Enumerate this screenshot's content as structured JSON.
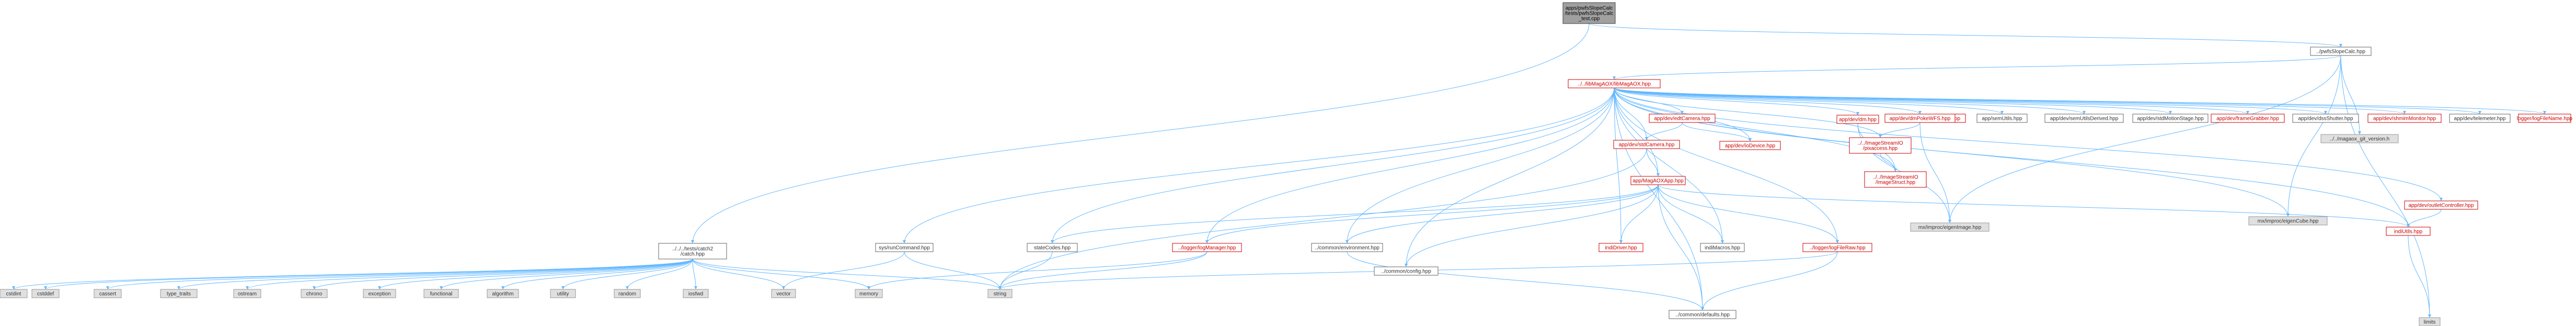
{
  "colors": {
    "root_fill": "#a0a0a0",
    "root_stroke": "#404040",
    "normal_fill": "#ffffff",
    "normal_stroke": "#666666",
    "normal_text": "#333333",
    "red_stroke": "#cc0000",
    "red_text": "#cc0000",
    "system_fill": "#e0e0e0",
    "system_stroke": "#999999",
    "system_text": "#333333",
    "edge": "#63b8ff",
    "edge_red": "#cc0000"
  },
  "nodes": [
    {
      "id": "root",
      "lines": [
        "apps/pwfsSlopeCalc",
        "/tests/pwfsSlopeCalc",
        "_test.cpp"
      ],
      "kind": "root"
    },
    {
      "id": "catch",
      "lines": [
        "../../../tests/catch2",
        "/catch.hpp"
      ],
      "kind": "normal"
    },
    {
      "id": "pwfs",
      "lines": [
        "../pwfsSlopeCalc.hpp"
      ],
      "kind": "normal"
    },
    {
      "id": "libmagaox",
      "lines": [
        "../../libMagAOX/libMagAOX.hpp"
      ],
      "kind": "red"
    },
    {
      "id": "gitver",
      "lines": [
        "../../magaox_git_version.h"
      ],
      "kind": "system"
    },
    {
      "id": "limits",
      "lines": [
        "limits"
      ],
      "kind": "system"
    },
    {
      "id": "eigencube",
      "lines": [
        "mx/improc/eigenCube.hpp"
      ],
      "kind": "system"
    },
    {
      "id": "eigenimage",
      "lines": [
        "mx/improc/eigenImage.hpp"
      ],
      "kind": "system"
    },
    {
      "id": "edtcamera",
      "lines": [
        "app/dev/edtCamera.hpp"
      ],
      "kind": "red"
    },
    {
      "id": "stdcamera",
      "lines": [
        "app/dev/stdCamera.hpp"
      ],
      "kind": "red"
    },
    {
      "id": "iodevice",
      "lines": [
        "app/dev/ioDevice.hpp"
      ],
      "kind": "red"
    },
    {
      "id": "magaoxapp",
      "lines": [
        "app/MagAOXApp.hpp"
      ],
      "kind": "red"
    },
    {
      "id": "devdm",
      "lines": [
        "app/dev/dm.hpp"
      ],
      "kind": "red"
    },
    {
      "id": "pixaccess",
      "lines": [
        "../../ImageStreamIO",
        "/pixaccess.hpp"
      ],
      "kind": "red"
    },
    {
      "id": "imagestruct",
      "lines": [
        "../../ImageStreamIO",
        "/ImageStruct.hpp"
      ],
      "kind": "red"
    },
    {
      "id": "shmimmonitor",
      "lines": [
        "app/dev/shmimMonitor.hpp"
      ],
      "kind": "red"
    },
    {
      "id": "dmpokewfs",
      "lines": [
        "app/dev/dmPokeWFS.hpp"
      ],
      "kind": "red"
    },
    {
      "id": "semutils",
      "lines": [
        "app/semUtils.hpp"
      ],
      "kind": "normal"
    },
    {
      "id": "semutilsderived",
      "lines": [
        "app/dev/semUtilsDerived.hpp"
      ],
      "kind": "normal"
    },
    {
      "id": "stdmotion",
      "lines": [
        "app/dev/stdMotionStage.hpp"
      ],
      "kind": "normal"
    },
    {
      "id": "framegrabber",
      "lines": [
        "app/dev/frameGrabber.hpp"
      ],
      "kind": "red"
    },
    {
      "id": "dssshutter",
      "lines": [
        "app/dev/dssShutter.hpp"
      ],
      "kind": "normal"
    },
    {
      "id": "shmimmonitor2",
      "lines": [
        "app/dev/shmimMonitor.hpp"
      ],
      "kind": "red"
    },
    {
      "id": "telemeter",
      "lines": [
        "app/dev/telemeter.hpp"
      ],
      "kind": "normal"
    },
    {
      "id": "logfilename",
      "lines": [
        "logger/logFileName.hpp"
      ],
      "kind": "red"
    },
    {
      "id": "outletctrl",
      "lines": [
        "app/dev/outletController.hpp"
      ],
      "kind": "red"
    },
    {
      "id": "indiutils",
      "lines": [
        "indiUtils.hpp"
      ],
      "kind": "red"
    },
    {
      "id": "sysruncmd",
      "lines": [
        "sys/runCommand.hpp"
      ],
      "kind": "normal"
    },
    {
      "id": "statecodes",
      "lines": [
        "stateCodes.hpp"
      ],
      "kind": "normal"
    },
    {
      "id": "logmanager",
      "lines": [
        "../logger/logManager.hpp"
      ],
      "kind": "red"
    },
    {
      "id": "environment",
      "lines": [
        "../common/environment.hpp"
      ],
      "kind": "normal"
    },
    {
      "id": "config",
      "lines": [
        "../common/config.hpp"
      ],
      "kind": "normal"
    },
    {
      "id": "indidriver",
      "lines": [
        "indiDriver.hpp"
      ],
      "kind": "red"
    },
    {
      "id": "indimacros",
      "lines": [
        "indiMacros.hpp"
      ],
      "kind": "normal"
    },
    {
      "id": "logfileraw",
      "lines": [
        "../logger/logFileRaw.hpp"
      ],
      "kind": "red"
    },
    {
      "id": "defaults",
      "lines": [
        "../common/defaults.hpp"
      ],
      "kind": "normal"
    },
    {
      "id": "cstdint",
      "lines": [
        "cstdint"
      ],
      "kind": "system"
    },
    {
      "id": "cstddef",
      "lines": [
        "cstddef"
      ],
      "kind": "system"
    },
    {
      "id": "cassert",
      "lines": [
        "cassert"
      ],
      "kind": "system"
    },
    {
      "id": "typetraits",
      "lines": [
        "type_traits"
      ],
      "kind": "system"
    },
    {
      "id": "ostream",
      "lines": [
        "ostream"
      ],
      "kind": "system"
    },
    {
      "id": "chrono",
      "lines": [
        "chrono"
      ],
      "kind": "system"
    },
    {
      "id": "exception",
      "lines": [
        "exception"
      ],
      "kind": "system"
    },
    {
      "id": "functional",
      "lines": [
        "functional"
      ],
      "kind": "system"
    },
    {
      "id": "algorithm",
      "lines": [
        "algorithm"
      ],
      "kind": "system"
    },
    {
      "id": "utility",
      "lines": [
        "utility"
      ],
      "kind": "system"
    },
    {
      "id": "random",
      "lines": [
        "random"
      ],
      "kind": "system"
    },
    {
      "id": "iosfwd",
      "lines": [
        "iosfwd"
      ],
      "kind": "system"
    },
    {
      "id": "vector",
      "lines": [
        "vector"
      ],
      "kind": "system"
    },
    {
      "id": "memory",
      "lines": [
        "memory"
      ],
      "kind": "system"
    },
    {
      "id": "string",
      "lines": [
        "string"
      ],
      "kind": "system"
    }
  ],
  "edges": [
    [
      "root",
      "catch"
    ],
    [
      "root",
      "pwfs"
    ],
    [
      "pwfs",
      "libmagaox"
    ],
    [
      "pwfs",
      "gitver"
    ],
    [
      "pwfs",
      "limits"
    ],
    [
      "pwfs",
      "eigencube"
    ],
    [
      "pwfs",
      "eigenimage"
    ],
    [
      "libmagaox",
      "edtcamera"
    ],
    [
      "libmagaox",
      "stdcamera"
    ],
    [
      "libmagaox",
      "iodevice"
    ],
    [
      "libmagaox",
      "devdm"
    ],
    [
      "libmagaox",
      "dmpokewfs"
    ],
    [
      "libmagaox",
      "semutils"
    ],
    [
      "libmagaox",
      "semutilsderived"
    ],
    [
      "libmagaox",
      "stdmotion"
    ],
    [
      "libmagaox",
      "framegrabber"
    ],
    [
      "libmagaox",
      "dssshutter"
    ],
    [
      "libmagaox",
      "shmimmonitor2"
    ],
    [
      "libmagaox",
      "telemeter"
    ],
    [
      "libmagaox",
      "logfilename"
    ],
    [
      "libmagaox",
      "outletctrl"
    ],
    [
      "libmagaox",
      "indiutils"
    ],
    [
      "libmagaox",
      "sysruncmd"
    ],
    [
      "libmagaox",
      "statecodes"
    ],
    [
      "libmagaox",
      "logmanager"
    ],
    [
      "libmagaox",
      "magaoxapp"
    ],
    [
      "libmagaox",
      "imagestruct"
    ],
    [
      "libmagaox",
      "pixaccess"
    ],
    [
      "libmagaox",
      "environment"
    ],
    [
      "libmagaox",
      "config"
    ],
    [
      "libmagaox",
      "indidriver"
    ],
    [
      "libmagaox",
      "indimacros"
    ],
    [
      "libmagaox",
      "logfileraw"
    ],
    [
      "libmagaox",
      "defaults"
    ],
    [
      "libmagaox",
      "eigencube"
    ],
    [
      "edtcamera",
      "stdcamera"
    ],
    [
      "edtcamera",
      "iodevice"
    ],
    [
      "stdcamera",
      "magaoxapp"
    ],
    [
      "stdcamera",
      "string"
    ],
    [
      "devdm",
      "eigenimage"
    ],
    [
      "devdm",
      "imagestruct"
    ],
    [
      "dmpokewfs",
      "pixaccess"
    ],
    [
      "dmpokewfs",
      "eigenimage"
    ],
    [
      "pixaccess",
      "imagestruct"
    ],
    [
      "outletctrl",
      "indiutils"
    ],
    [
      "indiutils",
      "limits"
    ],
    [
      "magaoxapp",
      "statecodes"
    ],
    [
      "magaoxapp",
      "logmanager"
    ],
    [
      "magaoxapp",
      "environment"
    ],
    [
      "magaoxapp",
      "config"
    ],
    [
      "magaoxapp",
      "indidriver"
    ],
    [
      "magaoxapp",
      "indimacros"
    ],
    [
      "magaoxapp",
      "logfileraw"
    ],
    [
      "magaoxapp",
      "defaults"
    ],
    [
      "magaoxapp",
      "indiutils"
    ],
    [
      "sysruncmd",
      "string"
    ],
    [
      "sysruncmd",
      "vector"
    ],
    [
      "statecodes",
      "string"
    ],
    [
      "logmanager",
      "memory"
    ],
    [
      "logmanager",
      "string"
    ],
    [
      "logfileraw",
      "string"
    ],
    [
      "logfileraw",
      "defaults"
    ],
    [
      "environment",
      "defaults"
    ],
    [
      "catch",
      "cstdint"
    ],
    [
      "catch",
      "cstddef"
    ],
    [
      "catch",
      "cassert"
    ],
    [
      "catch",
      "typetraits"
    ],
    [
      "catch",
      "ostream"
    ],
    [
      "catch",
      "chrono"
    ],
    [
      "catch",
      "exception"
    ],
    [
      "catch",
      "functional"
    ],
    [
      "catch",
      "algorithm"
    ],
    [
      "catch",
      "utility"
    ],
    [
      "catch",
      "random"
    ],
    [
      "catch",
      "iosfwd"
    ],
    [
      "catch",
      "vector"
    ],
    [
      "catch",
      "memory"
    ],
    [
      "catch",
      "string"
    ]
  ]
}
